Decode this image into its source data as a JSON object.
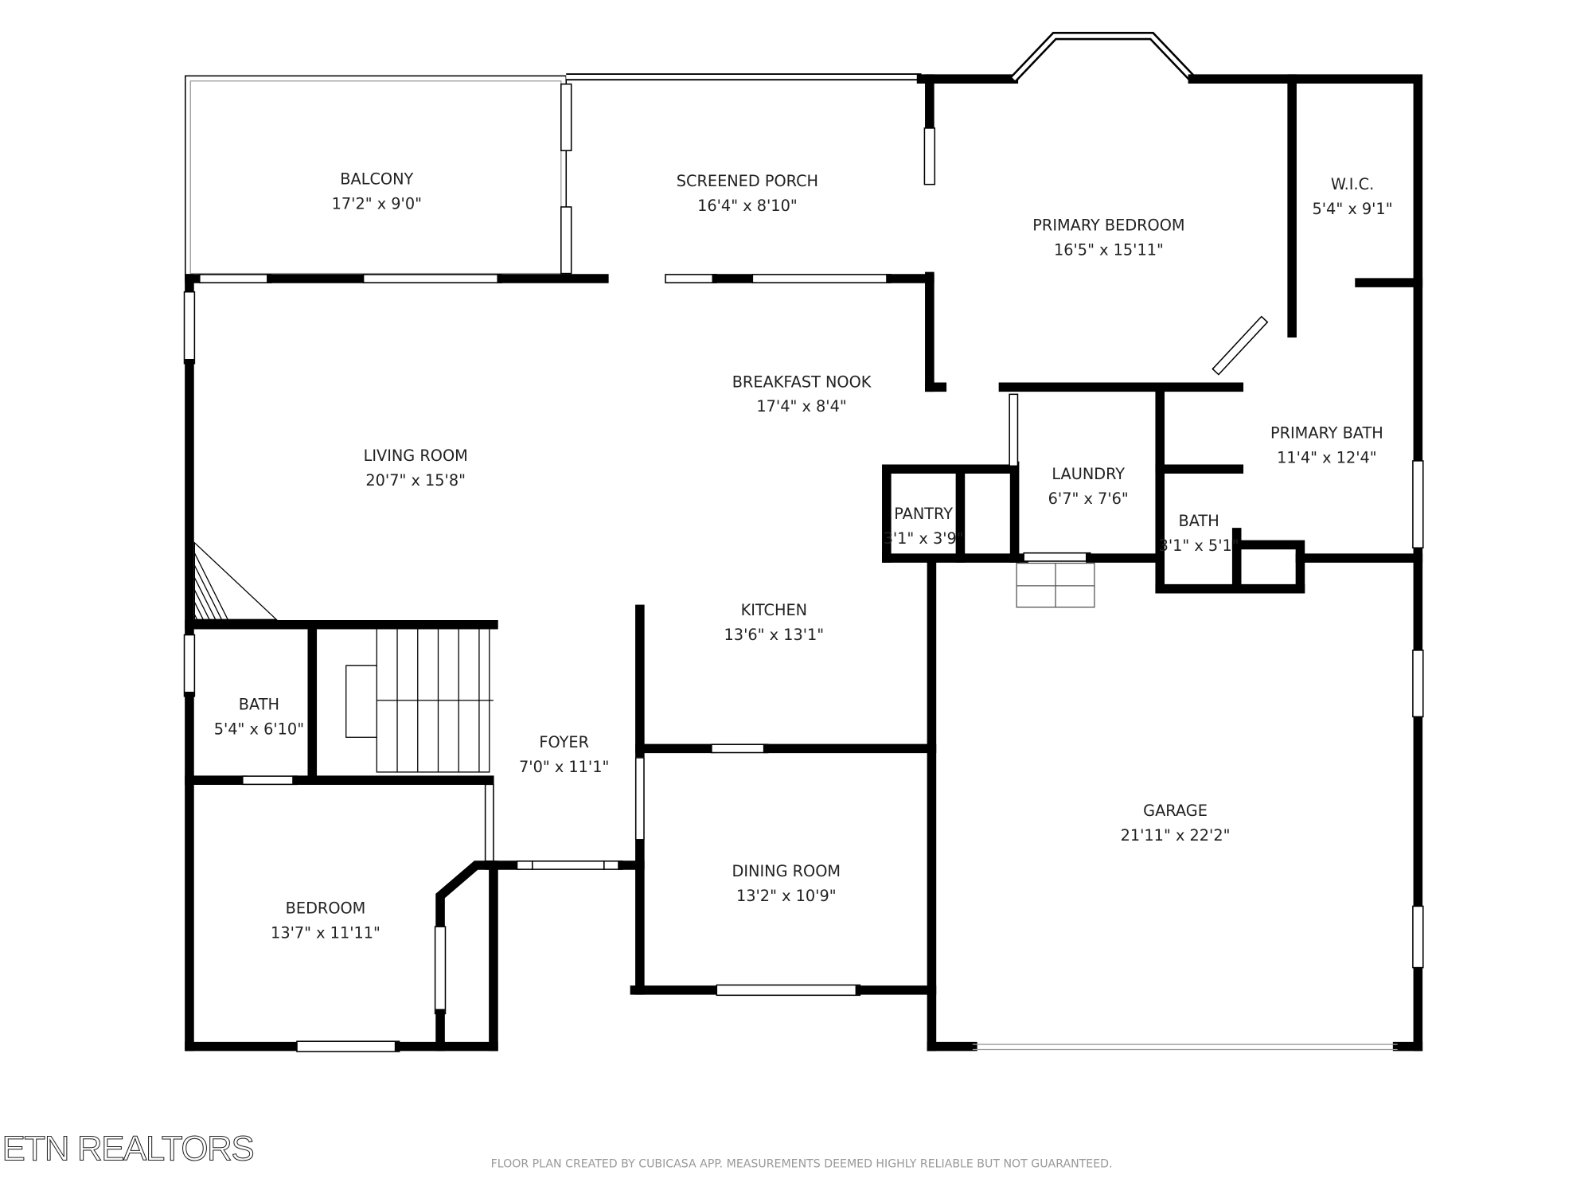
{
  "rooms": [
    {
      "name": "BALCONY",
      "size": "17'2\" x 9'0\""
    },
    {
      "name": "SCREENED PORCH",
      "size": "16'4\" x 8'10\""
    },
    {
      "name": "PRIMARY BEDROOM",
      "size": "16'5\" x 15'11\""
    },
    {
      "name": "W.I.C.",
      "size": "5'4\" x 9'1\""
    },
    {
      "name": "BREAKFAST NOOK",
      "size": "17'4\" x 8'4\""
    },
    {
      "name": "LIVING ROOM",
      "size": "20'7\" x 15'8\""
    },
    {
      "name": "LAUNDRY",
      "size": "6'7\" x 7'6\""
    },
    {
      "name": "PRIMARY BATH",
      "size": "11'4\" x 12'4\""
    },
    {
      "name": "PANTRY",
      "size": "3'1\" x 3'9\""
    },
    {
      "name": "BATH",
      "size": "3'1\" x 5'1\""
    },
    {
      "name": "KITCHEN",
      "size": "13'6\" x 13'1\""
    },
    {
      "name": "BATH",
      "size": "5'4\" x 6'10\""
    },
    {
      "name": "FOYER",
      "size": "7'0\" x 11'1\""
    },
    {
      "name": "GARAGE",
      "size": "21'11\" x 22'2\""
    },
    {
      "name": "DINING ROOM",
      "size": "13'2\" x 10'9\""
    },
    {
      "name": "BEDROOM",
      "size": "13'7\" x 11'11\""
    }
  ],
  "brand": "ETN REALTORS",
  "footer": "FLOOR PLAN CREATED BY CUBICASA APP. MEASUREMENTS DEEMED HIGHLY RELIABLE BUT NOT GUARANTEED.",
  "colors": {
    "wall": "#000000",
    "background": "#ffffff",
    "footer_text": "#999999"
  }
}
